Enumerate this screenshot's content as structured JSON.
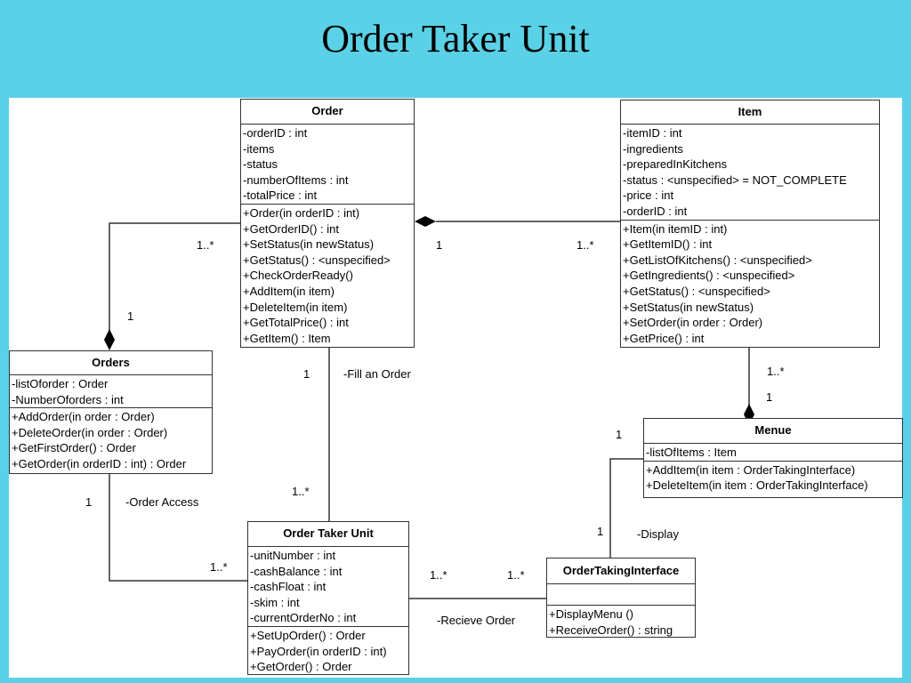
{
  "title": "Order Taker Unit",
  "classes": {
    "order": {
      "name": "Order",
      "attributes": [
        "-orderID : int",
        "-items",
        "-status",
        "-numberOfItems : int",
        "-totalPrice : int"
      ],
      "methods": [
        "+Order(in orderID : int)",
        "+GetOrderID() : int",
        "+SetStatus(in newStatus)",
        "+GetStatus() : <unspecified>",
        "+CheckOrderReady()",
        "+AddItem(in item)",
        "+DeleteItem(in item)",
        "+GetTotalPrice() : int",
        "+GetItem() : Item"
      ]
    },
    "item": {
      "name": "Item",
      "attributes": [
        "-itemID : int",
        "-ingredients",
        "-preparedInKitchens",
        "-status : <unspecified> = NOT_COMPLETE",
        "-price : int",
        "-orderID : int"
      ],
      "methods": [
        "+Item(in itemID : int)",
        "+GetItemID() : int",
        "+GetListOfKitchens() : <unspecified>",
        "+GetIngredients() : <unspecified>",
        "+GetStatus() : <unspecified>",
        "+SetStatus(in newStatus)",
        "+SetOrder(in order : Order)",
        "+GetPrice() : int"
      ]
    },
    "orders": {
      "name": "Orders",
      "attributes": [
        "-listOforder : Order",
        "-NumberOforders : int"
      ],
      "methods": [
        "+AddOrder(in order : Order)",
        "+DeleteOrder(in order : Order)",
        "+GetFirstOrder() : Order",
        "+GetOrder(in orderID : int) : Order"
      ]
    },
    "menue": {
      "name": "Menue",
      "attributes": [
        "-listOfItems : Item"
      ],
      "methods": [
        "+AddItem(in item : OrderTakingInterface)",
        "+DeleteItem(in item : OrderTakingInterface)"
      ]
    },
    "orderTakerUnit": {
      "name": "Order Taker Unit",
      "attributes": [
        "-unitNumber : int",
        "-cashBalance : int",
        "-cashFloat : int",
        "-skim : int",
        "-currentOrderNo : int"
      ],
      "methods": [
        "+SetUpOrder() : Order",
        "+PayOrder(in orderID : int)",
        "+GetOrder() : Order"
      ]
    },
    "orderTakingInterface": {
      "name": "OrderTakingInterface",
      "attributes": [
        ""
      ],
      "methods": [
        "+DisplayMenu ()",
        "+ReceiveOrder() : string"
      ]
    }
  },
  "labels": {
    "orderOrders_many": "1..*",
    "orderOrders_one": "1",
    "orderItem_one": "1",
    "orderItem_many": "1..*",
    "orderOtu_one": "1",
    "fillAnOrder": "-Fill an Order",
    "orderOtu_many": "1..*",
    "itemMenue_many": "1..*",
    "itemMenue_one": "1",
    "menueOti_one": "1",
    "menueOti_other": "1",
    "display": "-Display",
    "ordersOtu_one": "1",
    "orderAccess": "-Order Access",
    "ordersOtu_many": "1..*",
    "otuOti_many_left": "1..*",
    "otuOti_many_right": "1..*",
    "recieveOrder": "-Recieve Order"
  }
}
